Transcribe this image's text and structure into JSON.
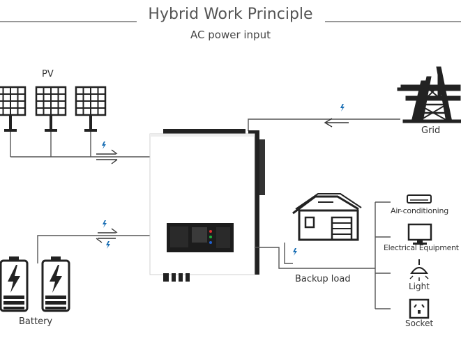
{
  "header": {
    "title": "Hybrid Work Principle",
    "subtitle": "AC power input"
  },
  "nodes": {
    "pv": {
      "label": "PV",
      "icon": "solar-panel-icon"
    },
    "grid": {
      "label": "Grid",
      "icon": "power-tower-icon"
    },
    "battery": {
      "label": "Battery",
      "icon": "battery-icon"
    },
    "inverter": {
      "icon": "inverter-icon"
    },
    "house": {
      "icon": "house-icon"
    },
    "backup_load": {
      "label": "Backup load"
    }
  },
  "loads": [
    {
      "label": "Air-conditioning",
      "icon": "air-conditioner-icon"
    },
    {
      "label": "Electrical Equipment",
      "icon": "monitor-icon"
    },
    {
      "label": "Light",
      "icon": "lamp-icon"
    },
    {
      "label": "Socket",
      "icon": "socket-icon"
    }
  ],
  "colors": {
    "accent": "#1a6fb5",
    "line": "#555555",
    "dark": "#222222"
  }
}
